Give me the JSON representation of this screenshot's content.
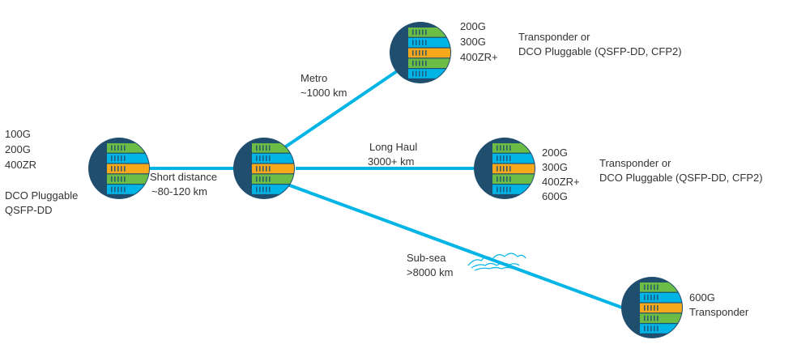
{
  "colors": {
    "link": "#00b4e5",
    "node_dark": "#1f4e6e",
    "blade_green": "#6cbd45",
    "blade_blue": "#00b4e5",
    "blade_orange": "#f7a81b",
    "text": "#333333"
  },
  "nodes": {
    "left": {
      "speeds": [
        "100G",
        "200G",
        "400ZR"
      ],
      "type": [
        "DCO Pluggable",
        "QSFP-DD"
      ]
    },
    "hub": {},
    "metro": {
      "speeds": [
        "200G",
        "300G",
        "400ZR+"
      ],
      "type": [
        "Transponder or",
        "DCO Pluggable (QSFP-DD, CFP2)"
      ]
    },
    "longhaul": {
      "speeds": [
        "200G",
        "300G",
        "400ZR+",
        "600G"
      ],
      "type": [
        "Transponder or",
        "DCO Pluggable (QSFP-DD, CFP2)"
      ]
    },
    "subsea": {
      "speeds": [
        "600G"
      ],
      "type": [
        "Transponder"
      ]
    }
  },
  "links": {
    "short": {
      "name": "Short distance",
      "distance": "~80-120 km"
    },
    "metro": {
      "name": "Metro",
      "distance": "~1000 km"
    },
    "longhaul": {
      "name": "Long Haul",
      "distance": "3000+ km"
    },
    "subsea": {
      "name": "Sub-sea",
      "distance": ">8000 km"
    }
  }
}
